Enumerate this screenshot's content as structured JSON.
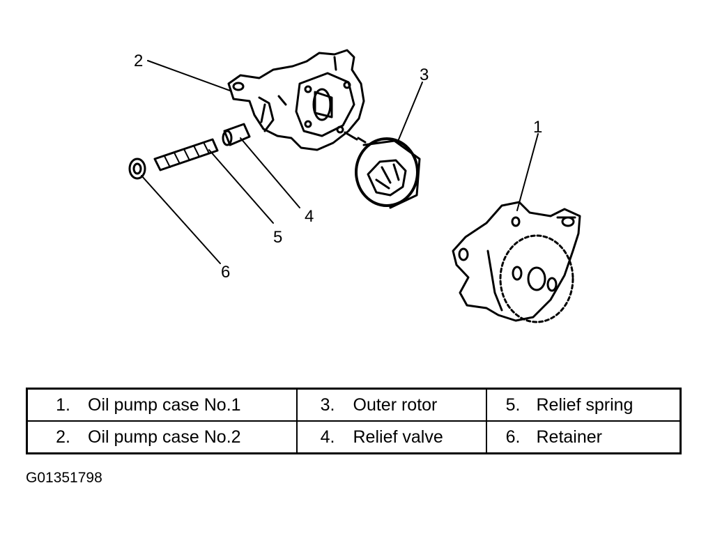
{
  "callouts": [
    "1",
    "2",
    "3",
    "4",
    "5",
    "6"
  ],
  "legend": {
    "rows": [
      [
        {
          "num": "1.",
          "label": "Oil pump case No.1"
        },
        {
          "num": "3.",
          "label": "Outer rotor"
        },
        {
          "num": "5.",
          "label": "Relief spring"
        }
      ],
      [
        {
          "num": "2.",
          "label": "Oil pump case No.2"
        },
        {
          "num": "4.",
          "label": "Relief valve"
        },
        {
          "num": "6.",
          "label": "Retainer"
        }
      ]
    ]
  },
  "figure_code": "G01351798"
}
